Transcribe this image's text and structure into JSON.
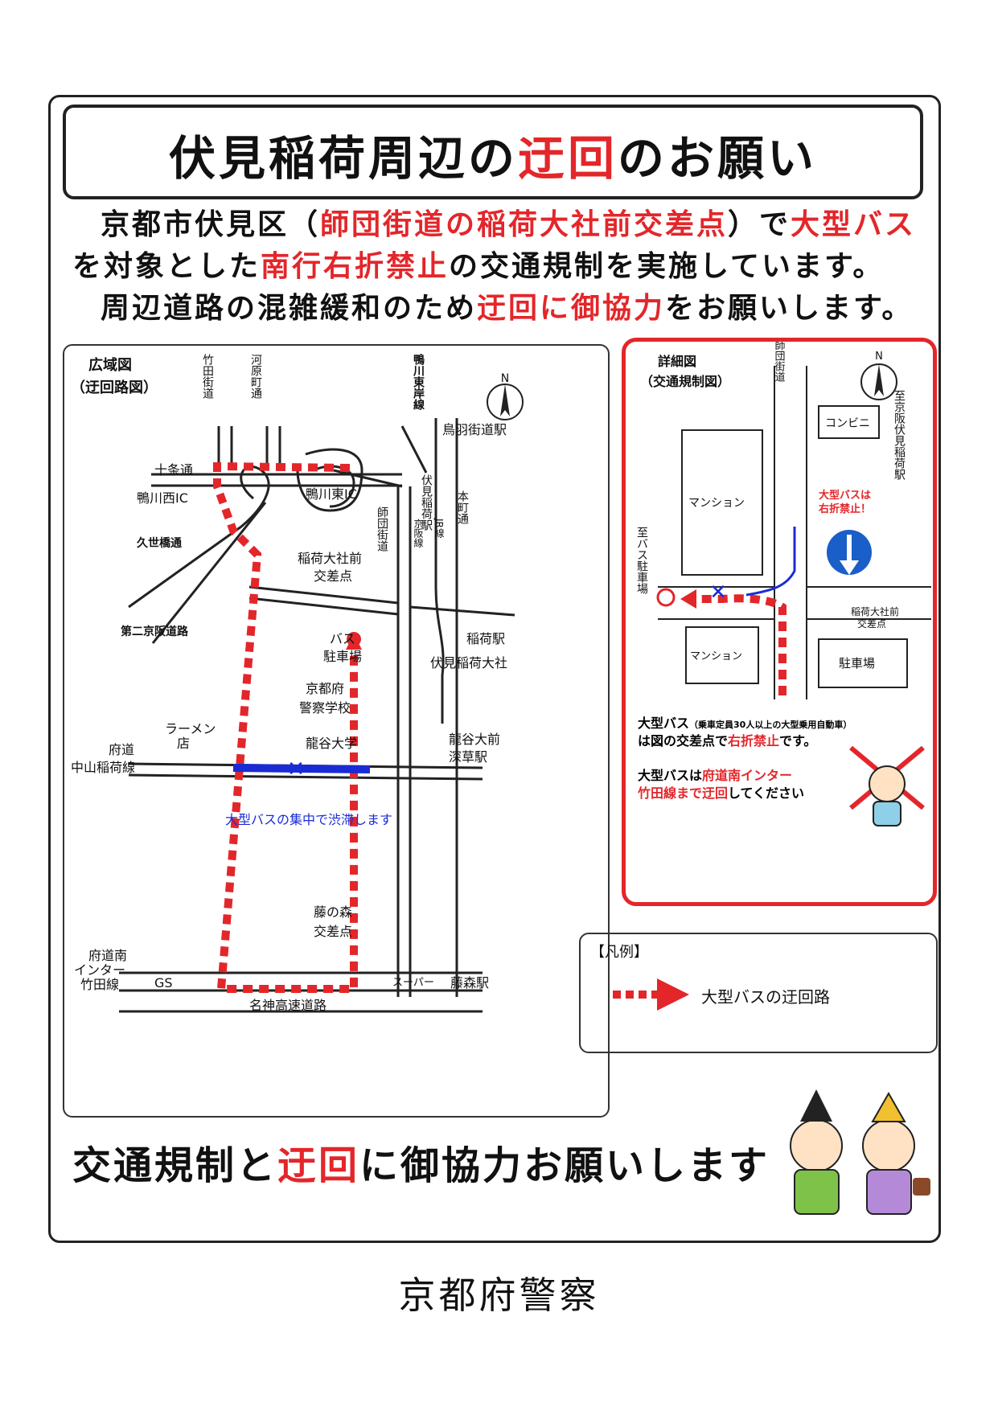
{
  "title": {
    "part1": "伏見稲荷周辺の",
    "part2": "迂回",
    "part3": "のお願い"
  },
  "intro": {
    "l1a": "京都市伏見区（",
    "l1b": "師団街道の稲荷大社前交差点",
    "l1c": "）で",
    "l1d": "大型バス",
    "l2a": "を対象とした",
    "l2b": "南行右折禁止",
    "l2c": "の交通規制を実施しています。",
    "l3a": "周辺道路の混雑緩和のため",
    "l3b": "迂回に御協力",
    "l3c": "をお願いします。"
  },
  "wide_map": {
    "title1": "広域図",
    "title2": "（迂回路図）",
    "takeda": "竹田街道",
    "kawaramachi": "河原町通",
    "kamogawa_higashi_line": "鴨川東岸線",
    "toba_station": "鳥羽街道駅",
    "jujo": "十条通",
    "kamogawa_west_ic": "鴨川西IC",
    "kamogawa_east_ic": "鴨川東IC",
    "kuze": "久世橋通",
    "daini_keihan": "第二京阪道路",
    "keihan_line": "京阪線",
    "jr_line": "JR線",
    "honmachi": "本町通",
    "shidan": "師団街道",
    "fushimi_inari_st": "伏見稲荷駅",
    "intersection1": "稲荷大社前",
    "intersection2": "交差点",
    "fushimi_inari_taisha": "伏見稲荷大社",
    "bus_parking1": "バス",
    "bus_parking2": "駐車場",
    "inari_station": "稲荷駅",
    "police_school1": "京都府",
    "police_school2": "警察学校",
    "ryukoku": "龍谷大学",
    "ramen1": "ラーメン",
    "ramen2": "店",
    "prefroad1": "府道",
    "prefroad2": "中山稲荷線",
    "ryukoku_station1": "龍谷大前",
    "ryukoku_station2": "深草駅",
    "jam": "大型バスの集中で渋滞します",
    "fujinomori1": "藤の森",
    "fujinomori2": "交差点",
    "super": "スーパー",
    "fujinomori_st": "藤森駅",
    "fudo_minami1": "府道南",
    "fudo_minami2": "インター",
    "fudo_minami3": "竹田線",
    "gs": "GS",
    "meishin": "名神高速道路",
    "north": "N"
  },
  "detail_map": {
    "title1": "詳細図",
    "title2": "（交通規制図）",
    "shidan": "師団街道",
    "north": "N",
    "conbini": "コンビニ",
    "to_station": "至京阪伏見稲荷駅",
    "mansion": "マンション",
    "warn1": "大型バスは",
    "warn2": "右折禁止！",
    "to_parking": "至バス駐車場",
    "intersection1": "稲荷大社前",
    "intersection2": "交差点",
    "mansion2": "マンション",
    "parking": "駐車場",
    "bus_note_a": "大型バス",
    "bus_note_b": "（乗車定員30人以上の大型乗用自動車）",
    "bus_note2a": "は図の交差点で",
    "bus_note2b": "右折禁止",
    "bus_note2c": "です。",
    "detour1a": "大型バスは",
    "detour1b": "府道南インター",
    "detour2a": "竹田線まで迂回",
    "detour2b": "してください"
  },
  "legend": {
    "title": "【凡例】",
    "label": "大型バスの迂回路"
  },
  "bottom": {
    "part1": "交通規制と",
    "part2": "迂回",
    "part3": "に御協力お願いします"
  },
  "footer": "京都府警察",
  "colors": {
    "accent_red": "#e3262a",
    "jam_blue": "#1a2bd6",
    "callout_border": "#5fa8c8"
  }
}
